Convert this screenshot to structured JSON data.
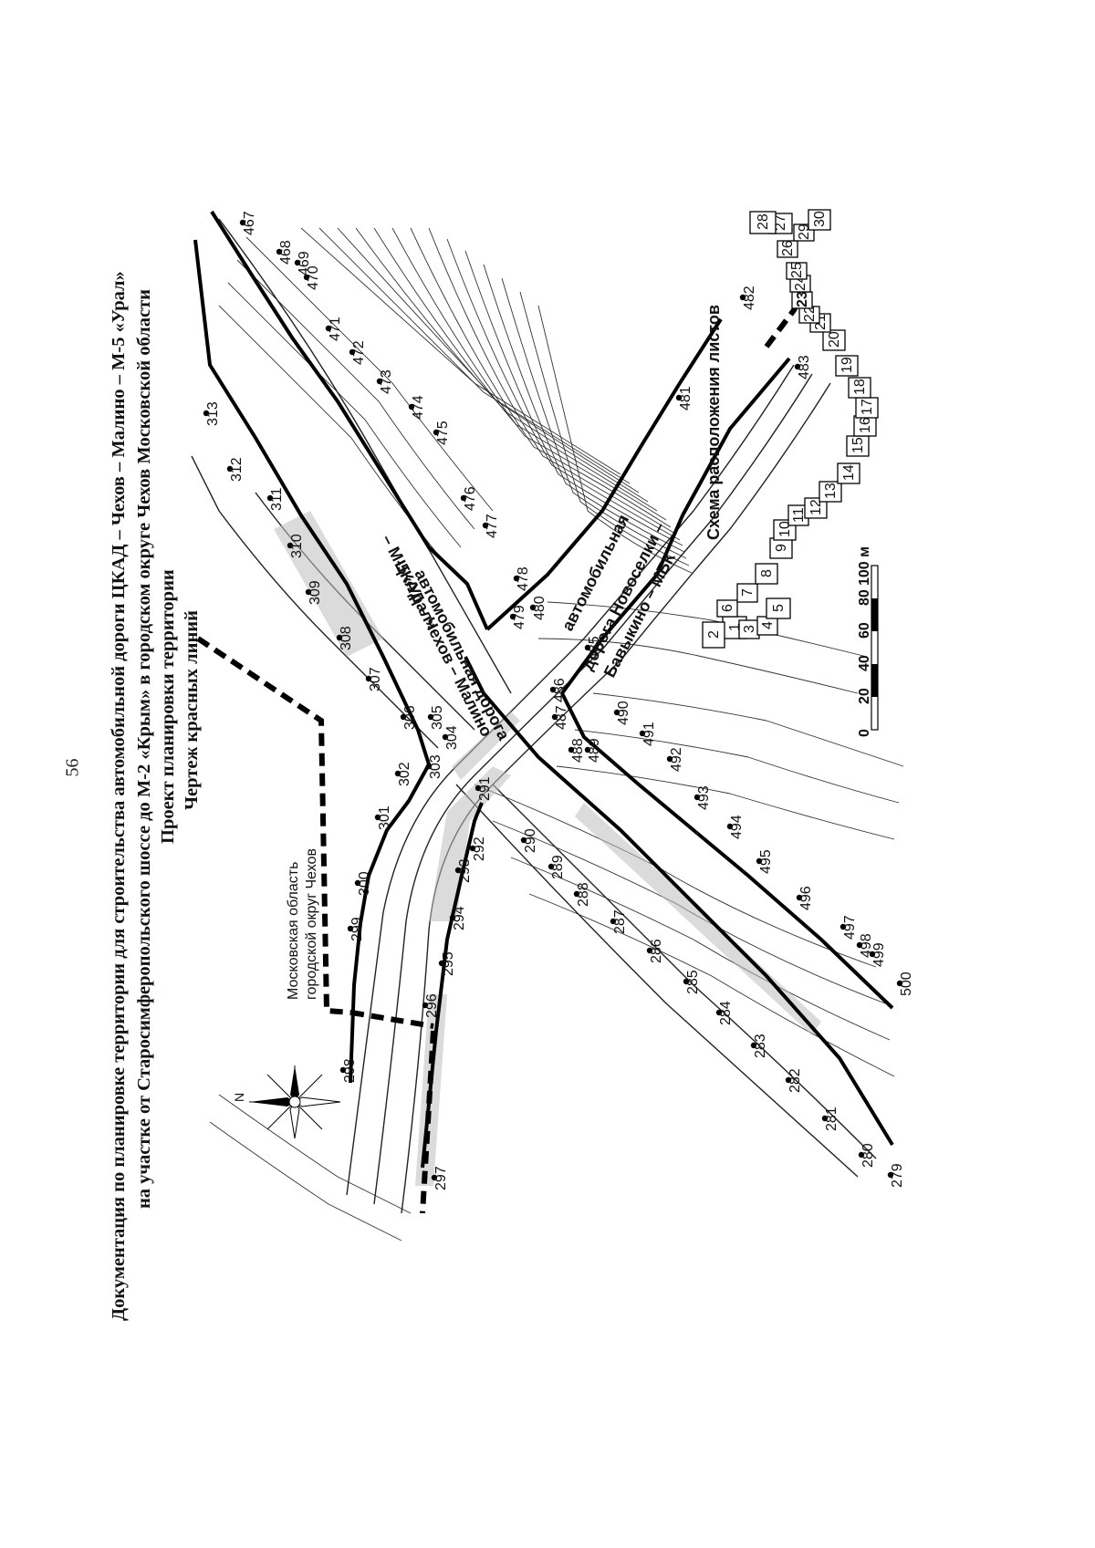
{
  "page_number": "56",
  "title": {
    "line1": "Документация по планировке территории для строительства автомобильной дороги ЦКАД – Чехов – Малино – М-5 «Урал»",
    "line2": "на участке от Старосимферопольского шоссе до М-2 «Крым» в городском округе Чехов Московской области",
    "line3": "Проект планировки территории",
    "line4": "Чертеж красных линий"
  },
  "labels": {
    "municipality_1": "Московская область",
    "municipality_2": "городской округ Чехов",
    "road_main_1": "автомобильная дорога",
    "road_main_2": "ЦКАД – Чехов – Малино",
    "road_main_3": "– М-5 «Урал»",
    "road_side_1": "автомобильная",
    "road_side_2": "дорога Новоселки –",
    "road_side_3": "Бавыкино – МБК",
    "scheme": "Схема расположения листов",
    "north": "N"
  },
  "scale_bar": {
    "labels": [
      "0",
      "20",
      "40",
      "60",
      "80",
      "100 м"
    ]
  },
  "points": {
    "upper_left_line": [
      "298",
      "299",
      "300",
      "301",
      "302",
      "303",
      "304",
      "305",
      "306",
      "307",
      "308",
      "309",
      "310",
      "311",
      "312",
      "313"
    ],
    "lower_left_line": [
      "297",
      "296",
      "295",
      "294",
      "293",
      "292",
      "291"
    ],
    "south_road_upper": [
      "279",
      "280",
      "281",
      "282",
      "283",
      "284",
      "285",
      "286",
      "287",
      "288",
      "289",
      "290"
    ],
    "south_road_lower": [
      "500",
      "499",
      "498",
      "497",
      "496",
      "495",
      "494",
      "493",
      "492",
      "491",
      "490",
      "489",
      "488",
      "487",
      "486",
      "485"
    ],
    "north_road": [
      "467",
      "468",
      "469",
      "470",
      "471",
      "472",
      "473",
      "474",
      "475",
      "476",
      "477",
      "478",
      "479",
      "480"
    ],
    "east_road": [
      "481",
      "482",
      "483"
    ]
  },
  "sheet_index": [
    "1",
    "2",
    "3",
    "4",
    "5",
    "6",
    "7",
    "8",
    "9",
    "10",
    "11",
    "12",
    "13",
    "14",
    "15",
    "16",
    "17",
    "18",
    "19",
    "20",
    "21",
    "22",
    "23",
    "24",
    "25",
    "26",
    "27",
    "28",
    "29",
    "30"
  ],
  "sheet_current": "23"
}
